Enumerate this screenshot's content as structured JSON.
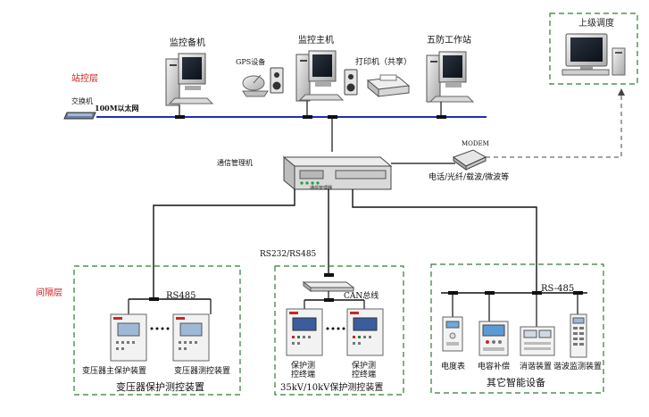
{
  "colors": {
    "bus_blue": "#1f2fb6",
    "dash_green": "#2e7d32",
    "layer_red": "#d21a1a",
    "line_black": "#111111"
  },
  "station_layer": {
    "label": "站控层",
    "switch_label": "交换机",
    "ethernet_label": "100M以太网",
    "backup_host_label": "监控备机",
    "gps_label": "GPS设备",
    "main_host_label": "监控主机",
    "printer_label": "打印机（共享）",
    "five_prevention_label": "五防工作站"
  },
  "remote": {
    "dispatch_label": "上级调度",
    "modem_label": "MODEM",
    "channel_label": "电话/光纤/载波/微波等"
  },
  "comm": {
    "manager_label": "通信管理机",
    "device_text": "通信管理器",
    "rs232_label": "RS232/RS485"
  },
  "bay_layer": {
    "label": "间隔层",
    "transformer_group": {
      "bus_label": "RS485",
      "main_protection_label": "变压器主保护装置",
      "measure_control_label": "变压器测控装置",
      "title": "变压器保护测控装置"
    },
    "kv_group": {
      "can_label": "CAN总线",
      "device1_line1": "保护测",
      "device1_line2": "控终端",
      "device2_line1": "保护测",
      "device2_line2": "控终端",
      "title": "35kV/10kV保护测控装置"
    },
    "other_group": {
      "bus_label": "RS-485",
      "meter_label": "电度表",
      "capacitor_label": "电容补偿",
      "arc_label": "消谐装置",
      "harmonic_label": "谐波监测装置",
      "title": "其它智能设备"
    }
  }
}
